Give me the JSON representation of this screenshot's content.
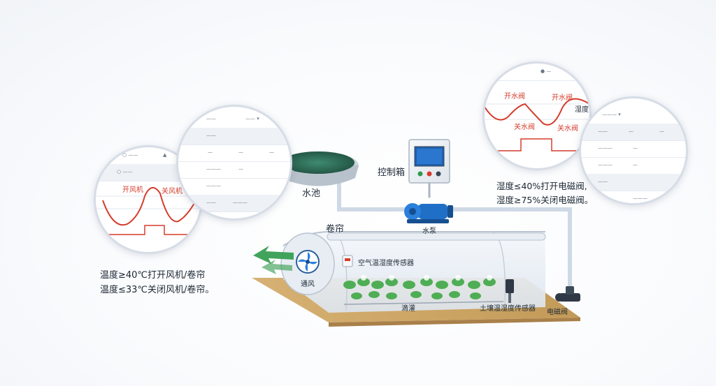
{
  "labels": {
    "water_tank": "水池",
    "control_box": "控制箱",
    "pump": "水泵",
    "curtain": "卷帘",
    "air_sensor": "空气温湿度传感器",
    "fan": "通风",
    "drip": "滴灌",
    "soil_sensor": "土壤温湿度传感器",
    "solenoid_valve": "电磁阀"
  },
  "fan_rule": {
    "line1": "温度≥40℃打开风机/卷帘",
    "line2": "温度≤33℃关闭风机/卷帘。"
  },
  "valve_rule": {
    "line1": "湿度≤40%打开电磁阀,",
    "line2": "湿度≥75%关闭电磁阀。"
  },
  "left_chart": {
    "open_label": "开风机",
    "close_label": "关风机"
  },
  "right_chart": {
    "open_label": "开水阀",
    "close_label": "关水阀",
    "upper_label": "湿度",
    "lower_label": "关水阀"
  },
  "colors": {
    "curve": "#d43c2b",
    "pipe": "#cfd9e6",
    "pump": "#1f6fc7",
    "arrow": "#2e9a4a",
    "ground": "#c9a060",
    "water": "#2f6f5a"
  }
}
